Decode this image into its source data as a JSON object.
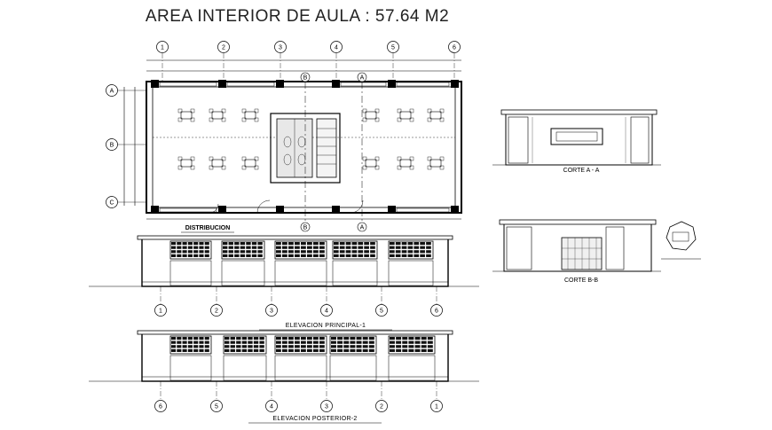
{
  "title": "AREA INTERIOR DE AULA : 57.64 M2",
  "plan": {
    "label": "DISTRIBUCION",
    "column_axes": [
      "1",
      "2",
      "3",
      "4",
      "5",
      "6"
    ],
    "row_axes": [
      "A",
      "B",
      "C"
    ],
    "section_markers": [
      "B",
      "A"
    ]
  },
  "elevation_front": {
    "label": "ELEVACION PRINCIPAL-1",
    "axes": [
      "1",
      "2",
      "3",
      "4",
      "5",
      "6"
    ]
  },
  "elevation_rear": {
    "label": "ELEVACION POSTERIOR-2",
    "axes": [
      "6",
      "5",
      "4",
      "3",
      "2",
      "1"
    ]
  },
  "section_a": {
    "label": "CORTE A - A"
  },
  "section_b": {
    "label": "CORTE B-B"
  }
}
